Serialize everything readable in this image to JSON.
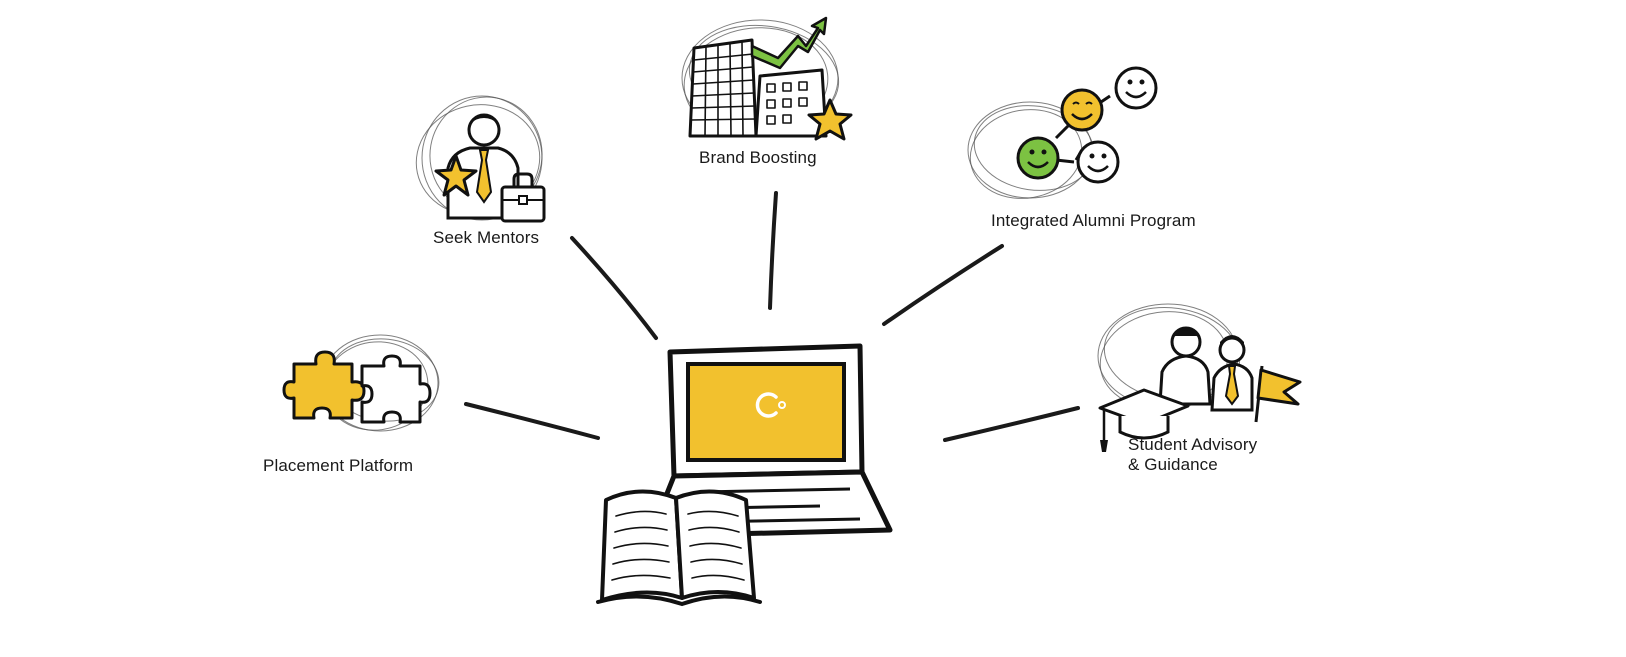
{
  "nodes": {
    "placement": {
      "label": "Placement Platform"
    },
    "mentors": {
      "label": "Seek Mentors"
    },
    "brand": {
      "label": "Brand Boosting"
    },
    "alumni": {
      "label": "Integrated Alumni Program"
    },
    "advisory": {
      "label_line1": "Student Advisory",
      "label_line2": "& Guidance"
    }
  },
  "colors": {
    "accent": "#f2c12e",
    "green": "#7cc242",
    "ink": "#111111",
    "background": "#ffffff"
  },
  "icons": [
    "puzzle-icon",
    "mentor-icon",
    "star-icon",
    "briefcase-icon",
    "buildings-icon",
    "growth-arrow-icon",
    "smiley-network-icon",
    "graduation-cap-icon",
    "flag-icon",
    "laptop-icon",
    "book-icon",
    "logo-icon"
  ]
}
